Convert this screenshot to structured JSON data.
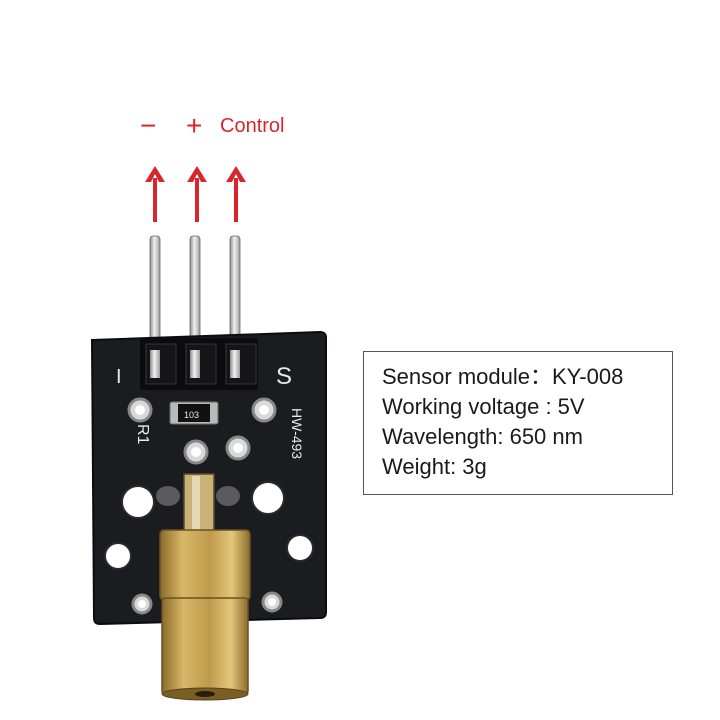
{
  "pins": {
    "minus": "−",
    "plus": "+",
    "control": "Control"
  },
  "board": {
    "pin_marker_left": "I",
    "pin_marker_right": "S",
    "resistor_code": "103",
    "resistor_label": "R1",
    "model_text": "HW-493"
  },
  "specs": {
    "lines": [
      "Sensor module：KY-008",
      "Working voltage : 5V",
      "Wavelength: 650 nm",
      "Weight: 3g"
    ]
  },
  "colors": {
    "accent_red": "#d8262a",
    "board_black": "#1b1c20",
    "brass": "#c0a052"
  }
}
